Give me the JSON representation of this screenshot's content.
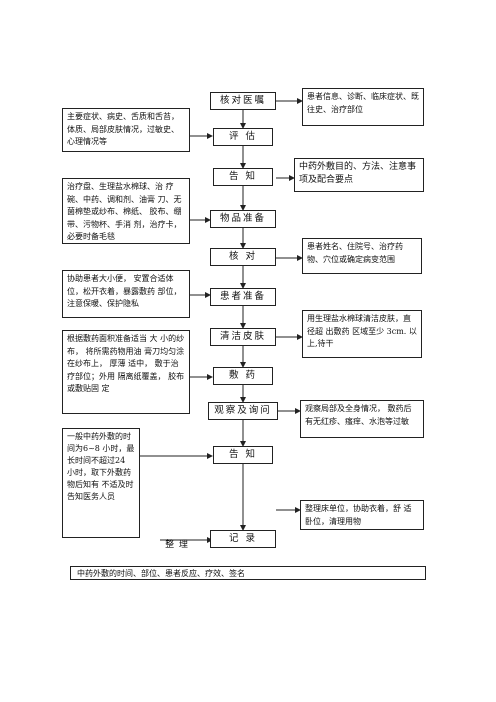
{
  "steps": [
    "核对医嘱",
    "评 估",
    "告 知",
    "物品准备",
    "核 对",
    "患者准备",
    "清洁皮肤",
    "敷 药",
    "观察及询问",
    "告 知",
    "记 录"
  ],
  "notes_right": [
    "患者信息、诊断、临床症状、既往史、治疗部位",
    "中药外敷目的、方法、注意事项及配合要点",
    "患者姓名、住院号、治疗药物、穴位或确定病变范围",
    "用生理盐水棉球清洁皮肤，直径超 出敷药 区域至少 3cm. 以上,待干",
    "观察局部及全身情况， 敷药后有无红疹、瘙痒、水泡等过敏",
    "整理床单位，协助衣着，舒 适卧位，清理用物"
  ],
  "notes_left": [
    "主要症状、病史、舌质和舌苔，体质、局部皮肤情况，过敏史、心理情况等",
    "治疗盘、生理盐水棉球、治 疗碗、中药、调和剂、油膏 刀、无菌棉垫或纱布、棉纸、 胶布、绷带、污物杯、手消 剂，治疗卡， 必要时备毛毯",
    "协助患者大小便， 安置合适体位，松开衣着，暴露敷药 部位，注意保暖、保护隐私",
    "根据敷药面积准备适当 大 小的纱布， 将所需药物用油 膏刀均匀涂在纱布上， 厚薄 适中， 敷于治疗部位；外用 隔离纸覆盖， 胶布或敷贴固 定",
    "一般中药外敷的时间为6~8 小时，最长时间不超过24 小时，取下外敷药物后知有 不适及时告知医务人员"
  ],
  "side_label": "整 理",
  "footer": "中药外敷的时间、部位、患者反应、疗效、签名"
}
